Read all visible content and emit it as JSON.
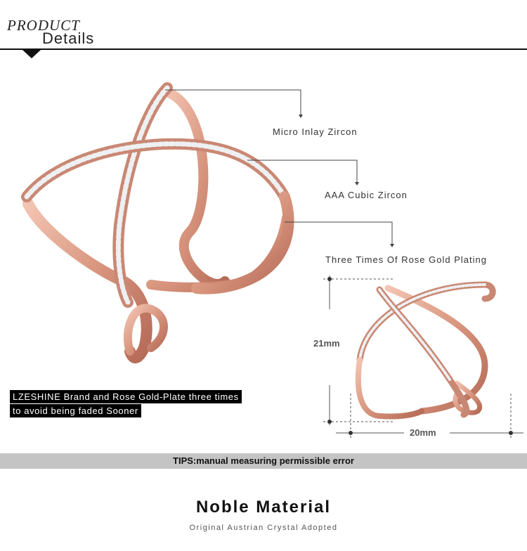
{
  "header": {
    "product": "PRODUCT",
    "details": "Details"
  },
  "callouts": {
    "micro_inlay": "Micro Inlay Zircon",
    "aaa_cubic": "AAA Cubic Zircon",
    "rose_gold": "Three Times Of Rose Gold Plating"
  },
  "banner": {
    "line1": "LZESHINE Brand and Rose Gold-Plate three times",
    "line2": "to avoid being faded Sooner"
  },
  "dimensions": {
    "height": "21mm",
    "width": "20mm"
  },
  "tips": "TIPS:manual measuring permissible error",
  "footer": {
    "title": "Noble Material",
    "subtitle": "Original Austrian Crystal Adopted"
  },
  "colors": {
    "rose_gold": "#d9967f",
    "rose_gold_dark": "#b86d58",
    "highlight": "#f6d3c6",
    "zircon": "#e9ecef"
  }
}
